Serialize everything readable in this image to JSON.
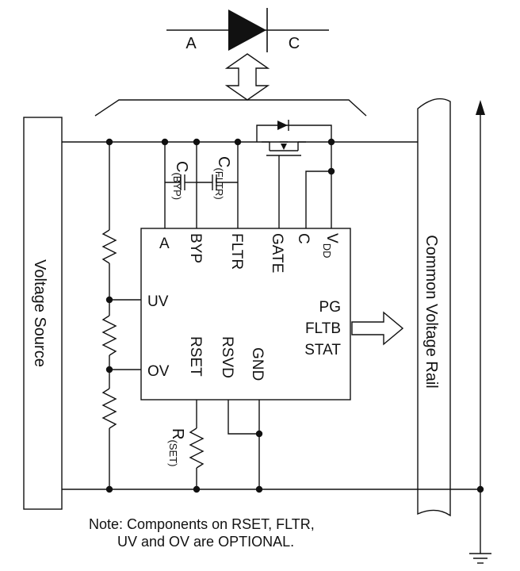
{
  "diode_symbol": {
    "anode_label": "A",
    "cathode_label": "C"
  },
  "left_block": {
    "label": "Voltage Source"
  },
  "right_block": {
    "label": "Common Voltage Rail"
  },
  "capacitors": {
    "c_byp": {
      "name": "C",
      "subscript": "(BYP)"
    },
    "c_fltr": {
      "name": "C",
      "subscript": "(FLTR)"
    }
  },
  "resistor_rset": {
    "name": "R",
    "subscript": "(SET)"
  },
  "ic": {
    "top_pins": [
      "A",
      "BYP",
      "FLTR",
      "GATE",
      "C"
    ],
    "vdd": {
      "name": "V",
      "subscript": "DD"
    },
    "left_pins": [
      "UV",
      "OV"
    ],
    "bottom_pins": [
      "RSET",
      "RSVD",
      "GND"
    ],
    "right_pins": [
      "PG",
      "FLTB",
      "STAT"
    ]
  },
  "note": {
    "line1": "Note:  Components on RSET, FLTR,",
    "line2": "UV and OV are OPTIONAL."
  }
}
